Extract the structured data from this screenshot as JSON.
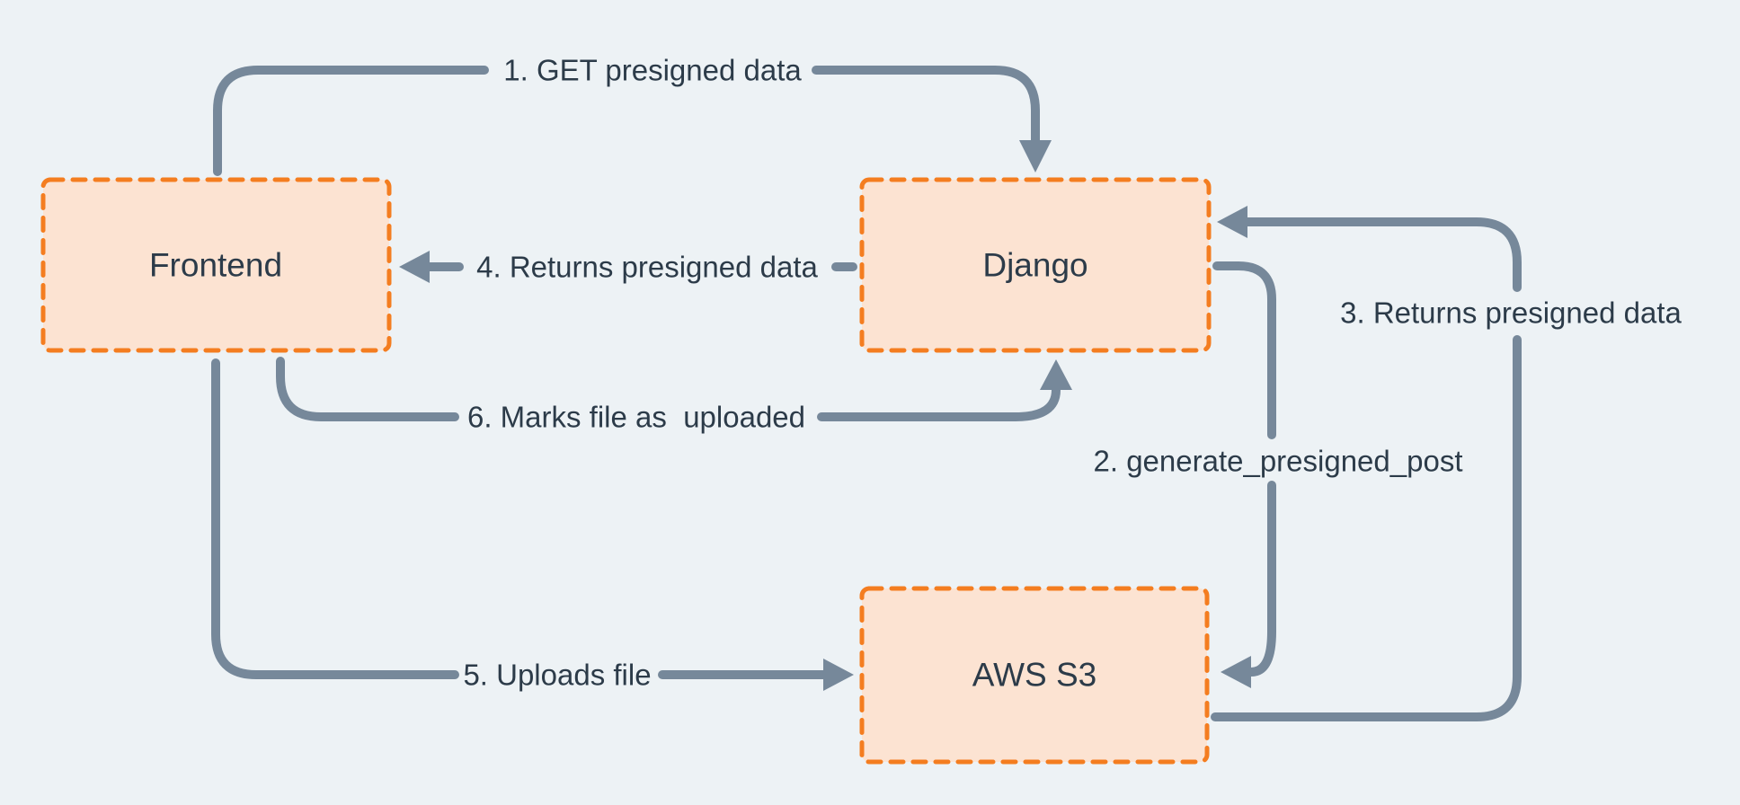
{
  "diagram": {
    "type": "flow-diagram",
    "description": "Presigned upload flow between Frontend, Django and AWS S3",
    "nodes": [
      {
        "id": "frontend",
        "label": "Frontend"
      },
      {
        "id": "django",
        "label": "Django"
      },
      {
        "id": "aws-s3",
        "label": "AWS S3"
      }
    ],
    "edges": [
      {
        "step": 1,
        "label": "1. GET presigned data",
        "from": "Frontend",
        "to": "Django"
      },
      {
        "step": 2,
        "label": "2. generate_presigned_post",
        "from": "Django",
        "to": "AWS S3"
      },
      {
        "step": 3,
        "label": "3. Returns presigned data",
        "from": "AWS S3",
        "to": "Django"
      },
      {
        "step": 4,
        "label": "4. Returns presigned data",
        "from": "Django",
        "to": "Frontend"
      },
      {
        "step": 5,
        "label": "5. Uploads file",
        "from": "Frontend",
        "to": "AWS S3"
      },
      {
        "step": 6,
        "label": "6. Marks file as  uploaded",
        "from": "Frontend",
        "to": "Django"
      }
    ],
    "colors": {
      "background": "#EDF2F5",
      "node_fill": "#FCE3D2",
      "node_border": "#F47D20",
      "arrow": "#76889A",
      "text": "#2C3B49"
    }
  }
}
